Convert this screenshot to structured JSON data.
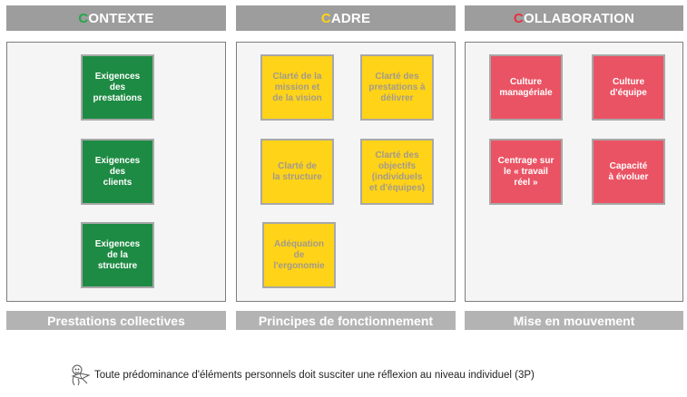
{
  "colors": {
    "header_bg": "#9d9d9d",
    "panel_bg": "#f4f5f4",
    "footer_bg": "#b3b3b3",
    "green": "#1e8b44",
    "yellow": "#ffd318",
    "red": "#ea5364"
  },
  "columns": [
    {
      "header_initial": "C",
      "header_rest": "ONTEXTE",
      "initial_color": "#24a748",
      "footer": "Prestations collectives",
      "boxes": [
        "Exigences\ndes\nprestations",
        "Exigences\ndes\nclients",
        "Exigences\nde la\nstructure"
      ]
    },
    {
      "header_initial": "C",
      "header_rest": "ADRE",
      "initial_color": "#ffd318",
      "footer": "Principes de fonctionnement",
      "boxes": [
        "Clarté de la\nmission et\nde la vision",
        "Clarté des\nprestations à\ndélivrer",
        "Clarté de\nla structure",
        "Clarté des\nobjectifs\n(individuels\net d'équipes)",
        "Adéquation\nde\nl'ergonomie"
      ]
    },
    {
      "header_initial": "C",
      "header_rest": "OLLABORATION",
      "initial_color": "#e8303f",
      "footer": "Mise en mouvement",
      "boxes": [
        "Culture\nmanagériale",
        "Culture\nd'équipe",
        "Centrage sur\nle « travail\nréel »",
        "Capacité\nà évoluer"
      ]
    }
  ],
  "note": {
    "icon": "reading-figure-icon",
    "text": "Toute prédominance d'éléments personnels doit susciter une réflexion au niveau individuel (3P)"
  }
}
